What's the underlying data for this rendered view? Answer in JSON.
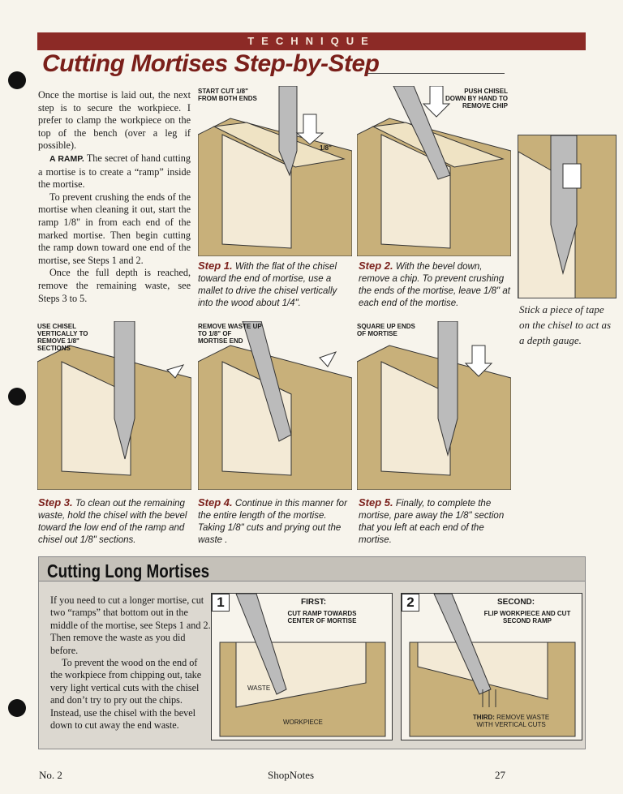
{
  "banner": "TECHNIQUE",
  "title": "Cutting Mortises Step-by-Step",
  "intro": {
    "p1": "Once the mortise is laid out, the next step is to secure the workpiece. I prefer to clamp the workpiece on the top of the bench (over a leg if possible).",
    "p2_lead": "A RAMP.",
    "p2": " The secret of hand cutting a mortise is to create a “ramp” inside the mortise.",
    "p3": "To prevent crushing the ends of the mortise when cleaning it out, start the ramp 1/8\" in from each end of the marked mortise. Then begin cutting the ramp down toward one end of the mortise, see Steps 1 and 2.",
    "p4": "Once the full depth is reached, remove the remaining waste, see Steps 3 to 5."
  },
  "steps": [
    {
      "note": "START CUT 1/8\" FROM BOTH ENDS",
      "note2": "1/8\"",
      "label": "Step 1.",
      "text": " With the flat of the chisel toward the end of mortise, use a mallet to drive the chisel vertically into the wood about 1/4\"."
    },
    {
      "note": "PUSH CHISEL DOWN BY HAND TO REMOVE CHIP",
      "label": "Step 2.",
      "text": " With the bevel down, remove a chip. To prevent crushing the ends of the mortise, leave 1/8\" at each end of the mortise."
    },
    {
      "note": "USE CHISEL VERTICALLY TO REMOVE 1/8\" SECTIONS",
      "label": "Step 3.",
      "text": " To clean out the remaining waste, hold the chisel with the bevel toward the low end of the ramp and chisel out 1/8\" sections."
    },
    {
      "note": "REMOVE WASTE UP TO 1/8\" OF MORTISE END",
      "label": "Step 4.",
      "text": " Continue in this manner for the entire length of the mortise. Taking 1/8\" cuts and prying out the waste ."
    },
    {
      "note": "SQUARE UP ENDS OF MORTISE",
      "label": "Step 5.",
      "text": " Finally, to complete the mortise, pare away the 1/8\" section that you left at each end of the mortise."
    }
  ],
  "side_note": "Stick a piece of tape on the chisel to act as a depth gauge.",
  "long": {
    "title": "Cutting Long Mortises",
    "p1": "If you need to cut a longer mortise, cut two “ramps” that bottom out in the middle of the mortise, see Steps 1 and 2. Then remove the waste as you did before.",
    "p2": "To prevent the wood on the end of the workpiece from chipping out, take very light vertical cuts with the chisel and don’t try to pry out the chips. Instead, use the chisel with the bevel down to cut away the end waste.",
    "panel1": {
      "num": "1",
      "heading": "FIRST:",
      "note": "CUT RAMP TOWARDS CENTER OF MORTISE",
      "waste": "WASTE",
      "workpiece": "WORKPIECE"
    },
    "panel2": {
      "num": "2",
      "heading": "SECOND:",
      "note": "FLIP WORKPIECE AND CUT SECOND RAMP",
      "third_head": "THIRD:",
      "third": " REMOVE WASTE WITH VERTICAL CUTS"
    }
  },
  "footer": {
    "left": "No. 2",
    "center": "ShopNotes",
    "right": "27"
  },
  "colors": {
    "banner": "#8c2a26",
    "title": "#7a1f1a",
    "wood": "#c8b07a"
  }
}
